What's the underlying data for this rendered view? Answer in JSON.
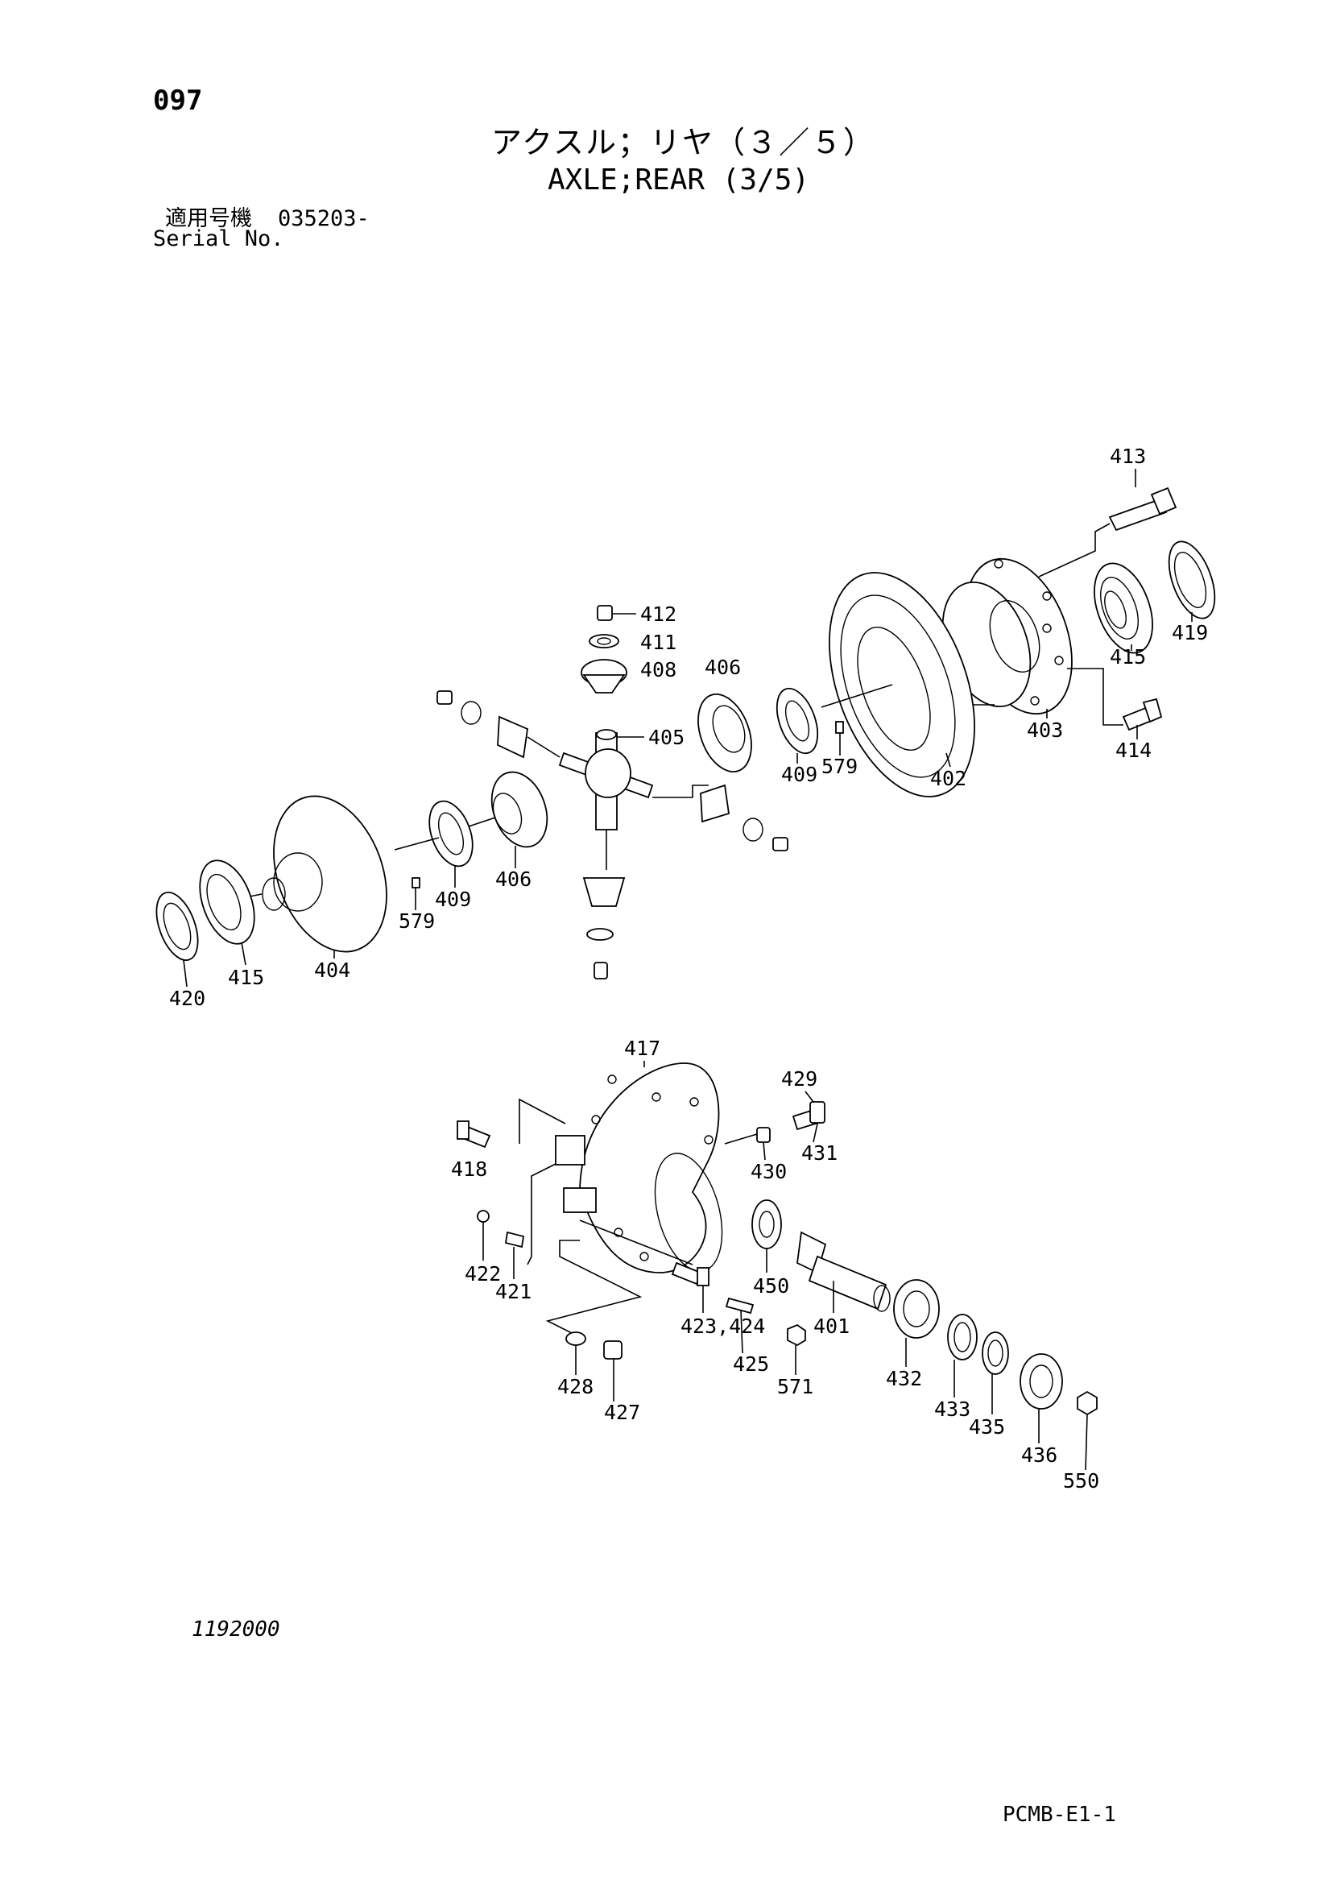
{
  "header": {
    "page_number": "097",
    "title_jp": "アクスル；リヤ（３／５）",
    "title_en": "AXLE;REAR (3/5)",
    "serial_label_jp": "適用号機",
    "serial_value": "035203-",
    "serial_label_en": "Serial No."
  },
  "footer": {
    "doc_code": "1192000",
    "catalog_code": "PCMB-E1-1"
  },
  "callouts": {
    "c401": "401",
    "c402": "402",
    "c403": "403",
    "c404": "404",
    "c405": "405",
    "c406a": "406",
    "c406b": "406",
    "c408": "408",
    "c409a": "409",
    "c409b": "409",
    "c411": "411",
    "c412": "412",
    "c413": "413",
    "c414": "414",
    "c415a": "415",
    "c415b": "415",
    "c417": "417",
    "c418": "418",
    "c419": "419",
    "c420": "420",
    "c421": "421",
    "c422": "422",
    "c423": "423,424",
    "c425": "425",
    "c427": "427",
    "c428": "428",
    "c429": "429",
    "c430": "430",
    "c431": "431",
    "c432": "432",
    "c433": "433",
    "c435": "435",
    "c436": "436",
    "c450": "450",
    "c550": "550",
    "c571": "571",
    "c579a": "579",
    "c579b": "579"
  }
}
